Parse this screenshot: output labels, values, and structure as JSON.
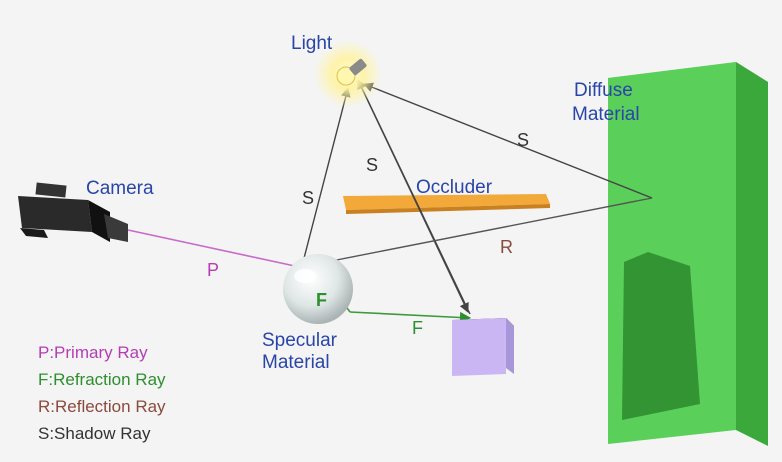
{
  "labels": {
    "light": "Light",
    "camera": "Camera",
    "occluder": "Occluder",
    "diffuse_line1": "Diffuse",
    "diffuse_line2": "Material",
    "specular_line1": "Specular",
    "specular_line2": "Material"
  },
  "ray_labels": {
    "primary": "P",
    "refraction_inside": "F",
    "refraction": "F",
    "reflection": "R",
    "shadow_left": "S",
    "shadow_mid": "S",
    "shadow_right": "S"
  },
  "legend": [
    {
      "text": "P:Primary Ray",
      "color": "#b53cb5"
    },
    {
      "text": "F:Refraction Ray",
      "color": "#2e8f2e"
    },
    {
      "text": "R:Reflection Ray",
      "color": "#8a4a3c"
    },
    {
      "text": "S:Shadow Ray",
      "color": "#333333"
    }
  ],
  "colors": {
    "object_label": "#2a45a8",
    "primary_ray": "#c86ac8",
    "refraction_ray": "#3c9a3c",
    "reflection_ray": "#8a4a3c",
    "shadow_ray": "#555555",
    "diffuse_wall": "#5cd05c",
    "occluder": "#f0a030",
    "cube": "#c9b4f2",
    "light_glow": "#fff3a0"
  }
}
